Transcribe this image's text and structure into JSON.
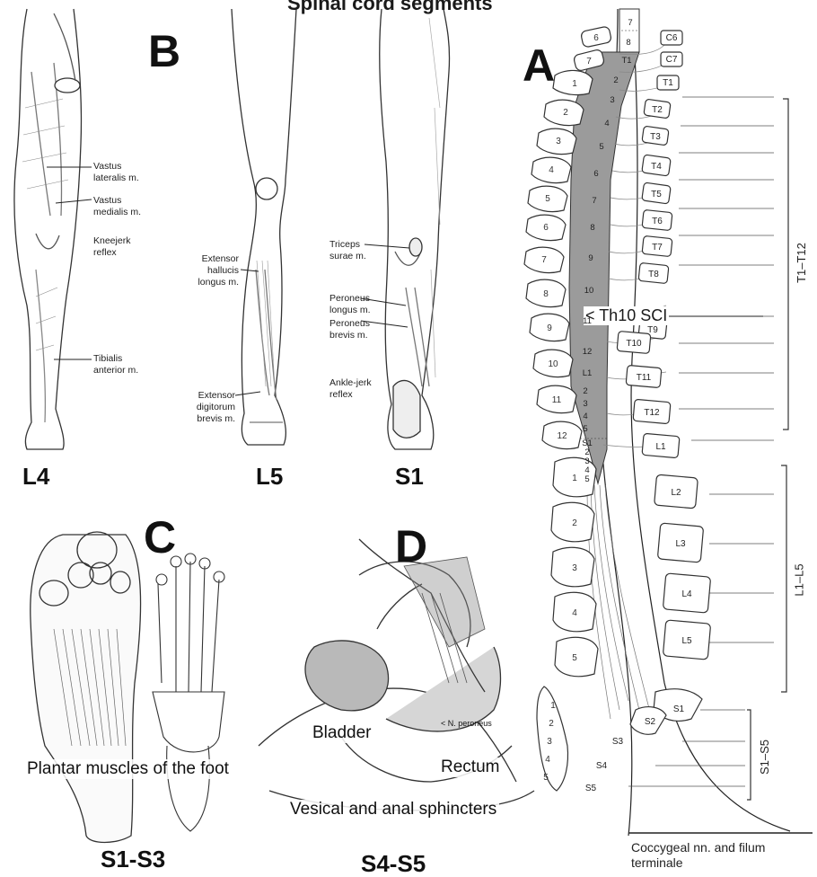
{
  "figure": {
    "title": "Spinal cord segments",
    "panels": {
      "A": {
        "letter": "A",
        "cord_segments": [
          "7",
          "8",
          "T1",
          "2",
          "3",
          "4",
          "5",
          "6",
          "7",
          "8",
          "9",
          "10",
          "11",
          "12",
          "L1",
          "2",
          "3",
          "4",
          "5",
          "S1",
          "2",
          "3",
          "4",
          "5"
        ],
        "root_labels": [
          "C6",
          "C7",
          "T1",
          "T2",
          "T3",
          "T4",
          "T5",
          "T6",
          "T7",
          "T8",
          "T9",
          "T10",
          "T11",
          "T12",
          "L1",
          "L2",
          "L3",
          "L4",
          "L5",
          "S1",
          "S2",
          "S3",
          "S4",
          "S5"
        ],
        "vertebra_numbers_cervical": [
          "6",
          "7"
        ],
        "vertebra_numbers_thoracic": [
          "1",
          "2",
          "3",
          "4",
          "5",
          "6",
          "7",
          "8",
          "9",
          "10",
          "11",
          "12"
        ],
        "vertebra_numbers_lumbar": [
          "1",
          "2",
          "3",
          "4",
          "5"
        ],
        "vertebra_numbers_sacral": [
          "1",
          "2",
          "3",
          "4",
          "5"
        ],
        "annotation": "< Th10 SCI",
        "brackets": [
          "T1–T12",
          "L1–L5",
          "S1–S5"
        ],
        "footnote": "Coccygeal nn. and filum terminale"
      },
      "B": {
        "letter": "B",
        "levels": [
          "L4",
          "L5",
          "S1"
        ],
        "labels_L4": [
          "Vastus lateralis m.",
          "Vastus medialis m.",
          "Kneejerk reflex",
          "Tibialis anterior m."
        ],
        "labels_L5": [
          "Extensor hallucis longus m.",
          "Extensor digitorum brevis m."
        ],
        "labels_S1": [
          "Triceps surae m.",
          "Peroneus longus m.",
          "Peroneus brevis m.",
          "Ankle-jerk reflex"
        ]
      },
      "C": {
        "letter": "C",
        "caption": "Plantar muscles of the foot",
        "level": "S1-S3"
      },
      "D": {
        "letter": "D",
        "labels": [
          "Bladder",
          "Rectum",
          "Vesical and anal sphincters"
        ],
        "nerve_label": "< N. peroneus",
        "level": "S4-S5"
      }
    }
  }
}
